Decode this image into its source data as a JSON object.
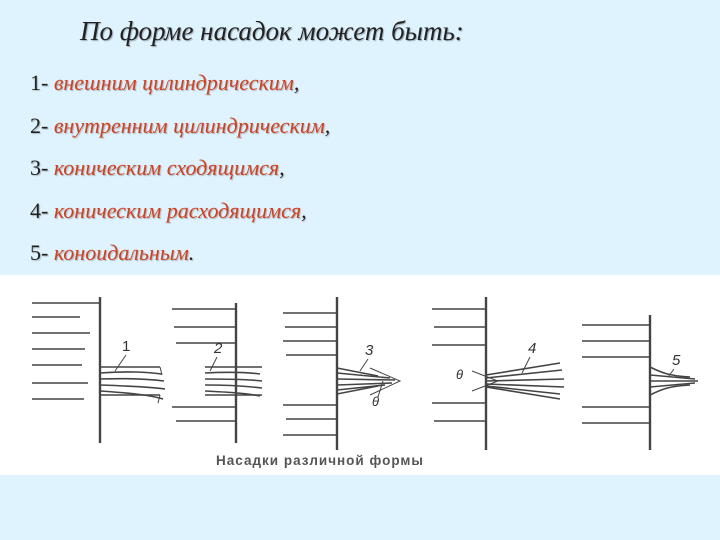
{
  "heading": "По форме насадок может быть:",
  "items": [
    {
      "num": "1-",
      "term": "внешним цилиндрическим",
      "punct": ","
    },
    {
      "num": "2-",
      "term": "внутренним цилиндрическим",
      "punct": ","
    },
    {
      "num": "3-",
      "term": "коническим сходящимся",
      "punct": ","
    },
    {
      "num": "4-",
      "term": "коническим расходящимся",
      "punct": ","
    },
    {
      "num": "5-",
      "term": "коноидальным",
      "punct": "."
    }
  ],
  "figure": {
    "caption": "Насадки различной формы",
    "labels": [
      "1",
      "2",
      "3",
      "θ",
      "4",
      "θ",
      "5"
    ]
  },
  "colors": {
    "background": "#dff3ff",
    "accent": "#d2411f",
    "figure_ink": "#444444"
  }
}
